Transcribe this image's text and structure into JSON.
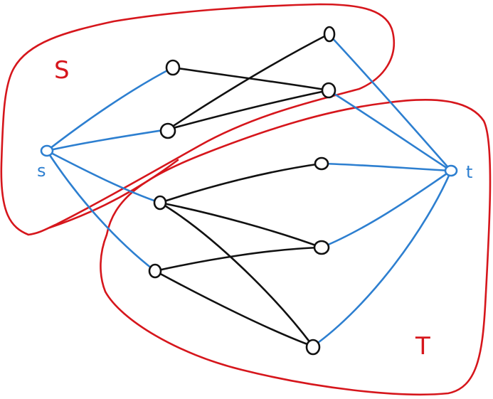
{
  "labels": {
    "set_s": "S",
    "set_t": "T",
    "source": "s",
    "sink": "t"
  },
  "colors": {
    "set_outline": "#d6161c",
    "flow_edge": "#2d7fd0",
    "graph_edge": "#111111",
    "node_outline": "#111111",
    "terminal_node": "#2d7fd0"
  }
}
